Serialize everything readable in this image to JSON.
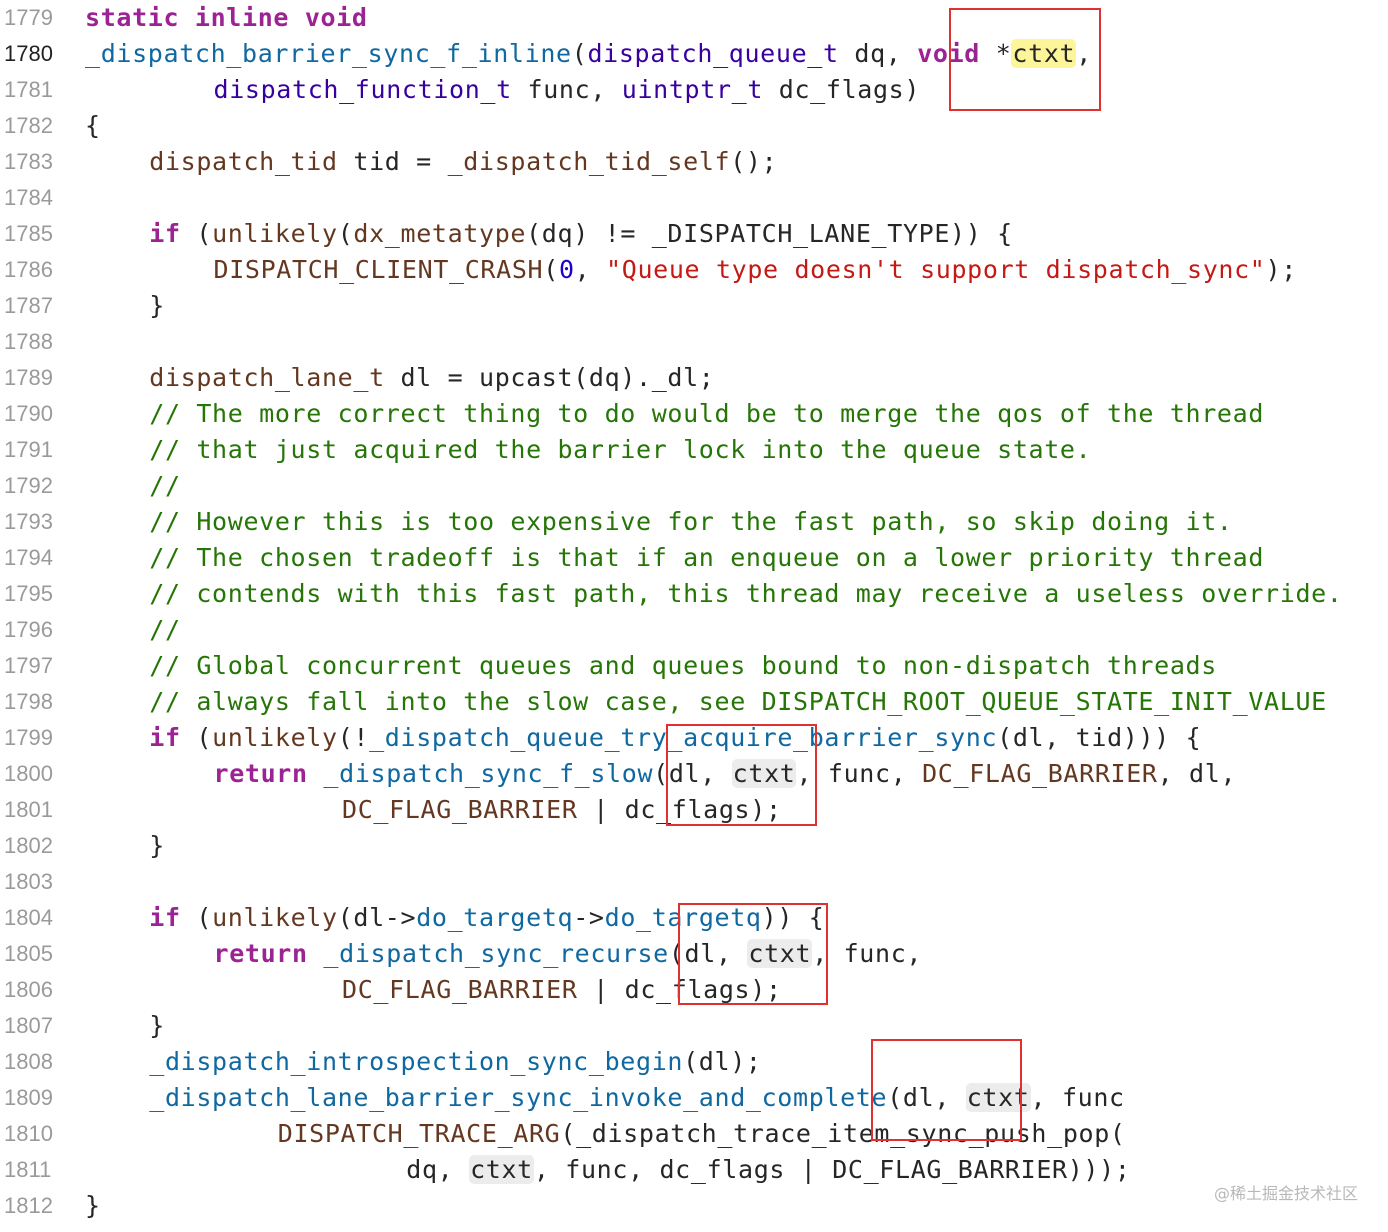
{
  "lines": [
    {
      "n": "1779",
      "active": false,
      "indent": 0,
      "tokens": [
        {
          "t": "static inline void",
          "c": "kw"
        }
      ]
    },
    {
      "n": "1780",
      "active": true,
      "indent": 0,
      "tokens": [
        {
          "t": "_dispatch_barrier_sync_f_inline",
          "c": "fn"
        },
        {
          "t": "(",
          "c": "pl"
        },
        {
          "t": "dispatch_queue_t",
          "c": "ty"
        },
        {
          "t": " dq, ",
          "c": "pl"
        },
        {
          "t": "void",
          "c": "kw"
        },
        {
          "t": " *",
          "c": "pl"
        },
        {
          "t": "ctxt",
          "c": "hly"
        },
        {
          "t": ",",
          "c": "pl"
        }
      ]
    },
    {
      "n": "1781",
      "active": false,
      "indent": 10,
      "tokens": [
        {
          "t": "dispatch_function_t",
          "c": "ty"
        },
        {
          "t": " func, ",
          "c": "pl"
        },
        {
          "t": "uintptr_t",
          "c": "ty"
        },
        {
          "t": " dc_flags)",
          "c": "pl"
        }
      ]
    },
    {
      "n": "1782",
      "active": false,
      "indent": 0,
      "tokens": [
        {
          "t": "{",
          "c": "pl"
        }
      ]
    },
    {
      "n": "1783",
      "active": false,
      "indent": 5,
      "tokens": [
        {
          "t": "dispatch_tid",
          "c": "mac"
        },
        {
          "t": " tid = ",
          "c": "pl"
        },
        {
          "t": "_dispatch_tid_self",
          "c": "mac"
        },
        {
          "t": "();",
          "c": "pl"
        }
      ]
    },
    {
      "n": "1784",
      "active": false,
      "indent": 0,
      "tokens": []
    },
    {
      "n": "1785",
      "active": false,
      "indent": 5,
      "tokens": [
        {
          "t": "if",
          "c": "kw"
        },
        {
          "t": " (",
          "c": "pl"
        },
        {
          "t": "unlikely",
          "c": "mac"
        },
        {
          "t": "(",
          "c": "pl"
        },
        {
          "t": "dx_metatype",
          "c": "mac"
        },
        {
          "t": "(dq) != _DISPATCH_LANE_TYPE)) {",
          "c": "pl"
        }
      ]
    },
    {
      "n": "1786",
      "active": false,
      "indent": 10,
      "tokens": [
        {
          "t": "DISPATCH_CLIENT_CRASH",
          "c": "mac"
        },
        {
          "t": "(",
          "c": "pl"
        },
        {
          "t": "0",
          "c": "num"
        },
        {
          "t": ", ",
          "c": "pl"
        },
        {
          "t": "\"Queue type doesn't support dispatch_sync\"",
          "c": "str"
        },
        {
          "t": ");",
          "c": "pl"
        }
      ]
    },
    {
      "n": "1787",
      "active": false,
      "indent": 5,
      "tokens": [
        {
          "t": "}",
          "c": "pl"
        }
      ]
    },
    {
      "n": "1788",
      "active": false,
      "indent": 0,
      "tokens": []
    },
    {
      "n": "1789",
      "active": false,
      "indent": 5,
      "tokens": [
        {
          "t": "dispatch_lane_t",
          "c": "mac"
        },
        {
          "t": " dl = upcast(dq)._dl;",
          "c": "pl"
        }
      ]
    },
    {
      "n": "1790",
      "active": false,
      "indent": 5,
      "tokens": [
        {
          "t": "// The more correct thing to do would be to merge the qos of the thread",
          "c": "cm"
        }
      ]
    },
    {
      "n": "1791",
      "active": false,
      "indent": 5,
      "tokens": [
        {
          "t": "// that just acquired the barrier lock into the queue state.",
          "c": "cm"
        }
      ]
    },
    {
      "n": "1792",
      "active": false,
      "indent": 5,
      "tokens": [
        {
          "t": "//",
          "c": "cm"
        }
      ]
    },
    {
      "n": "1793",
      "active": false,
      "indent": 5,
      "tokens": [
        {
          "t": "// However this is too expensive for the fast path, so skip doing it.",
          "c": "cm"
        }
      ]
    },
    {
      "n": "1794",
      "active": false,
      "indent": 5,
      "tokens": [
        {
          "t": "// The chosen tradeoff is that if an enqueue on a lower priority thread",
          "c": "cm"
        }
      ]
    },
    {
      "n": "1795",
      "active": false,
      "indent": 5,
      "tokens": [
        {
          "t": "// contends with this fast path, this thread may receive a useless override.",
          "c": "cm"
        }
      ]
    },
    {
      "n": "1796",
      "active": false,
      "indent": 5,
      "tokens": [
        {
          "t": "//",
          "c": "cm"
        }
      ]
    },
    {
      "n": "1797",
      "active": false,
      "indent": 5,
      "tokens": [
        {
          "t": "// Global concurrent queues and queues bound to non-dispatch threads",
          "c": "cm"
        }
      ]
    },
    {
      "n": "1798",
      "active": false,
      "indent": 5,
      "tokens": [
        {
          "t": "// always fall into the slow case, see DISPATCH_ROOT_QUEUE_STATE_INIT_VALUE",
          "c": "cm"
        }
      ]
    },
    {
      "n": "1799",
      "active": false,
      "indent": 5,
      "tokens": [
        {
          "t": "if",
          "c": "kw"
        },
        {
          "t": " (",
          "c": "pl"
        },
        {
          "t": "unlikely",
          "c": "mac"
        },
        {
          "t": "(!",
          "c": "pl"
        },
        {
          "t": "_dispatch_queue_try_acquire_barrier_sync",
          "c": "fn"
        },
        {
          "t": "(dl, tid))) {",
          "c": "pl"
        }
      ]
    },
    {
      "n": "1800",
      "active": false,
      "indent": 10,
      "tokens": [
        {
          "t": "return",
          "c": "kw"
        },
        {
          "t": " ",
          "c": "pl"
        },
        {
          "t": "_dispatch_sync_f_slow",
          "c": "fn"
        },
        {
          "t": "(dl, ",
          "c": "pl"
        },
        {
          "t": "ctxt",
          "c": "hl"
        },
        {
          "t": ", func, ",
          "c": "pl"
        },
        {
          "t": "DC_FLAG_BARRIER",
          "c": "mac"
        },
        {
          "t": ", dl,",
          "c": "pl"
        }
      ]
    },
    {
      "n": "1801",
      "active": false,
      "indent": 20,
      "tokens": [
        {
          "t": "DC_FLAG_BARRIER",
          "c": "mac"
        },
        {
          "t": " | dc_flags);",
          "c": "pl"
        }
      ]
    },
    {
      "n": "1802",
      "active": false,
      "indent": 5,
      "tokens": [
        {
          "t": "}",
          "c": "pl"
        }
      ]
    },
    {
      "n": "1803",
      "active": false,
      "indent": 0,
      "tokens": []
    },
    {
      "n": "1804",
      "active": false,
      "indent": 5,
      "tokens": [
        {
          "t": "if",
          "c": "kw"
        },
        {
          "t": " (",
          "c": "pl"
        },
        {
          "t": "unlikely",
          "c": "mac"
        },
        {
          "t": "(dl->",
          "c": "pl"
        },
        {
          "t": "do_targetq",
          "c": "fn"
        },
        {
          "t": "->",
          "c": "pl"
        },
        {
          "t": "do_targetq",
          "c": "fn"
        },
        {
          "t": ")) {",
          "c": "pl"
        }
      ]
    },
    {
      "n": "1805",
      "active": false,
      "indent": 10,
      "tokens": [
        {
          "t": "return",
          "c": "kw"
        },
        {
          "t": " ",
          "c": "pl"
        },
        {
          "t": "_dispatch_sync_recurse",
          "c": "fn"
        },
        {
          "t": "(dl, ",
          "c": "pl"
        },
        {
          "t": "ctxt",
          "c": "hl"
        },
        {
          "t": ", func,",
          "c": "pl"
        }
      ]
    },
    {
      "n": "1806",
      "active": false,
      "indent": 20,
      "tokens": [
        {
          "t": "DC_FLAG_BARRIER",
          "c": "mac"
        },
        {
          "t": " | dc_flags);",
          "c": "pl"
        }
      ]
    },
    {
      "n": "1807",
      "active": false,
      "indent": 5,
      "tokens": [
        {
          "t": "}",
          "c": "pl"
        }
      ]
    },
    {
      "n": "1808",
      "active": false,
      "indent": 5,
      "tokens": [
        {
          "t": "_dispatch_introspection_sync_begin",
          "c": "fn"
        },
        {
          "t": "(dl);",
          "c": "pl"
        }
      ]
    },
    {
      "n": "1809",
      "active": false,
      "indent": 5,
      "tokens": [
        {
          "t": "_dispatch_lane_barrier_sync_invoke_and_complete",
          "c": "fn"
        },
        {
          "t": "(dl, ",
          "c": "pl"
        },
        {
          "t": "ctxt",
          "c": "hl"
        },
        {
          "t": ", func",
          "c": "pl"
        }
      ]
    },
    {
      "n": "1810",
      "active": false,
      "indent": 15,
      "tokens": [
        {
          "t": "DISPATCH_TRACE_ARG",
          "c": "mac"
        },
        {
          "t": "(_dispatch_trace_item_sync_push_pop(",
          "c": "pl"
        }
      ]
    },
    {
      "n": "1811",
      "active": false,
      "indent": 25,
      "tokens": [
        {
          "t": "dq, ",
          "c": "pl"
        },
        {
          "t": "ctxt",
          "c": "hl"
        },
        {
          "t": ", func, dc_flags | DC_FLAG_BARRIER)));",
          "c": "pl"
        }
      ]
    },
    {
      "n": "1812",
      "active": false,
      "indent": 0,
      "tokens": [
        {
          "t": "}",
          "c": "pl"
        }
      ]
    }
  ],
  "annotations": [
    {
      "name": "ctxt-param-highlight-box",
      "line": "1780"
    },
    {
      "name": "ctxt-slow-path-highlight-box",
      "line": "1800"
    },
    {
      "name": "ctxt-recurse-highlight-box",
      "line": "1805"
    },
    {
      "name": "ctxt-invoke-highlight-box",
      "line": "1809"
    }
  ],
  "colors": {
    "keyword": "#9b2393",
    "type": "#3900a0",
    "function": "#0f68a0",
    "macro": "#643820",
    "string": "#c41a16",
    "number": "#1c00cf",
    "comment": "#267507",
    "plain": "#262626",
    "annotation_box": "#e03131",
    "token_highlight": "#ececec",
    "selection_highlight": "#fdf59a"
  },
  "watermark": "@稀土掘金技术社区"
}
